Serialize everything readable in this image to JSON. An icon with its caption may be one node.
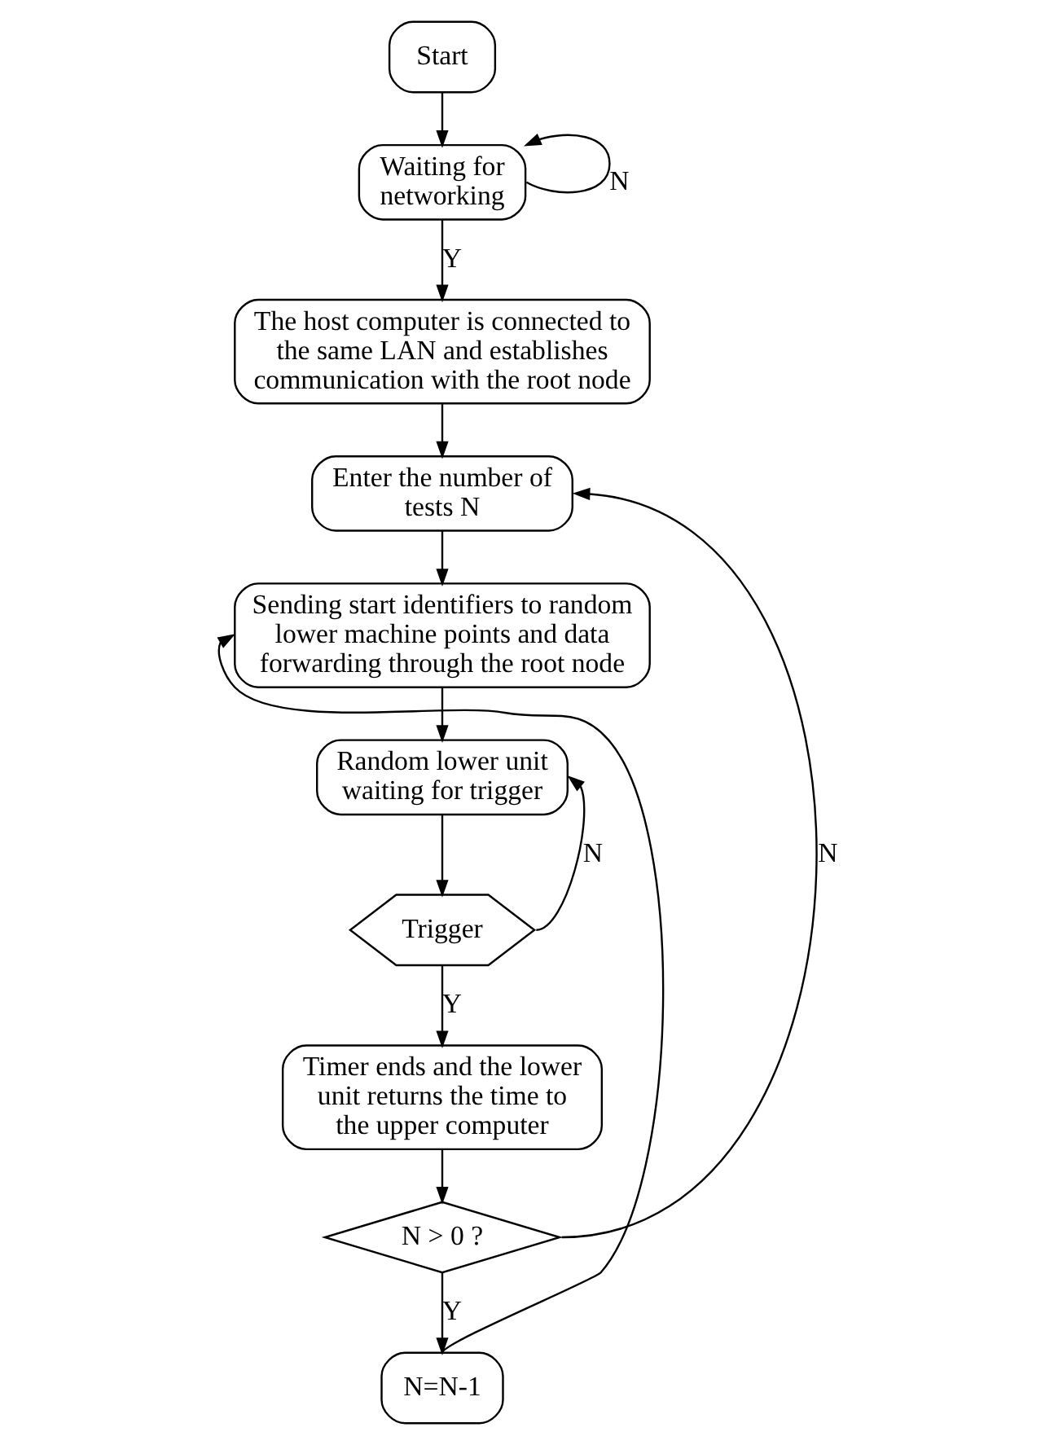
{
  "diagram": {
    "nodes": [
      {
        "text": [
          "Start"
        ]
      },
      {
        "text": [
          "Waiting for networking"
        ]
      },
      {
        "text": [
          "The host computer is connected to the same LAN and establishes communication with the root node"
        ]
      },
      {
        "text": [
          "Enter the number of tests N"
        ]
      },
      {
        "text": [
          "Sending start identifiers to random lower machine points and data forwarding through the root node"
        ]
      },
      {
        "text": [
          "Random lower unit waiting for trigger"
        ]
      },
      {
        "text": [
          "Trigger"
        ]
      },
      {
        "text": [
          "Timer ends and the lower unit returns the time to the upper computer"
        ]
      },
      {
        "text": [
          "N > 0 ?"
        ]
      },
      {
        "text": [
          "N=N-1"
        ]
      }
    ],
    "edges": [
      {
        "from": 0,
        "to": 1,
        "arrow": "to"
      },
      {
        "from": 1,
        "to": 1,
        "arrow": "to",
        "label": "N"
      },
      {
        "from": 1,
        "to": 2,
        "arrow": "to",
        "label": "Y"
      },
      {
        "from": 2,
        "to": 3,
        "arrow": "to"
      },
      {
        "from": 3,
        "to": 4,
        "arrow": "to"
      },
      {
        "from": 4,
        "to": 5,
        "arrow": "to"
      },
      {
        "from": 5,
        "to": 6,
        "arrow": "to"
      },
      {
        "from": 6,
        "to": 5,
        "arrow": "to",
        "label": "N"
      },
      {
        "from": 6,
        "to": 7,
        "arrow": "to",
        "label": "Y"
      },
      {
        "from": 7,
        "to": 8,
        "arrow": "to"
      },
      {
        "from": 8,
        "to": 9,
        "arrow": "to",
        "label": "Y"
      },
      {
        "from": 9,
        "to": 4,
        "arrow": "to"
      },
      {
        "from": 8,
        "to": 3,
        "arrow": "to",
        "label": "N"
      }
    ]
  }
}
